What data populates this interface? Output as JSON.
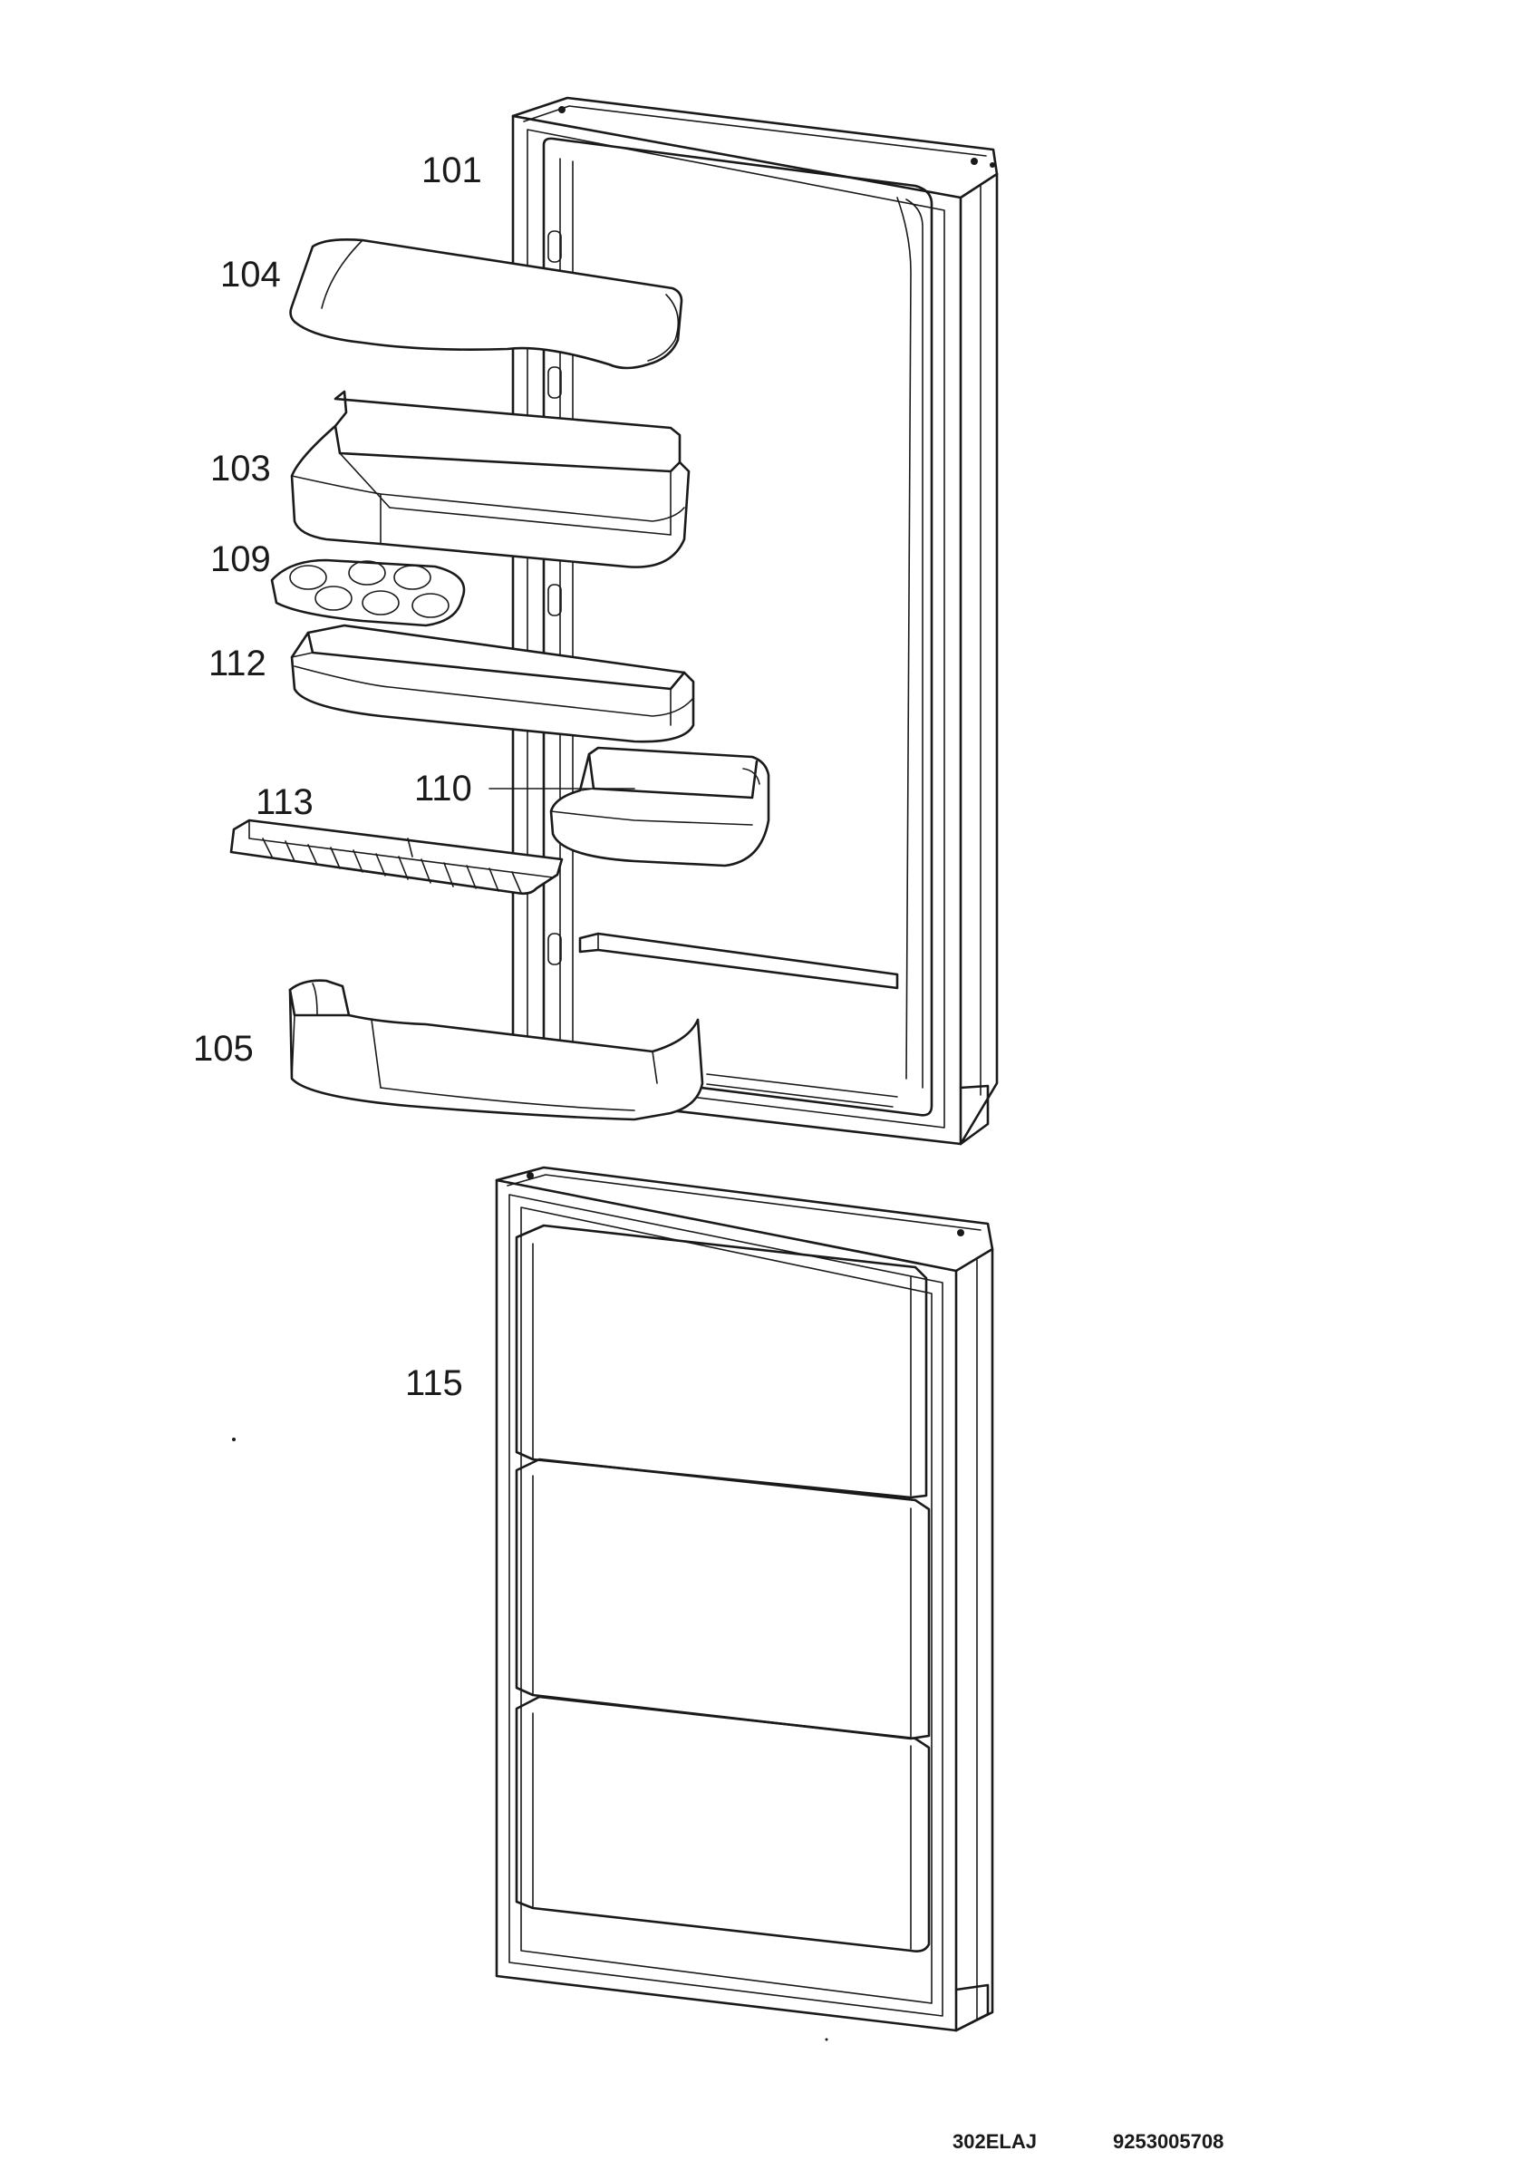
{
  "diagram": {
    "labels": {
      "p101": "101",
      "p104": "104",
      "p103": "103",
      "p109": "109",
      "p112": "112",
      "p113": "113",
      "p110": "110",
      "p105": "105",
      "p115": "115"
    },
    "footer": {
      "model": "302ELAJ",
      "part_number": "9253005708"
    }
  }
}
